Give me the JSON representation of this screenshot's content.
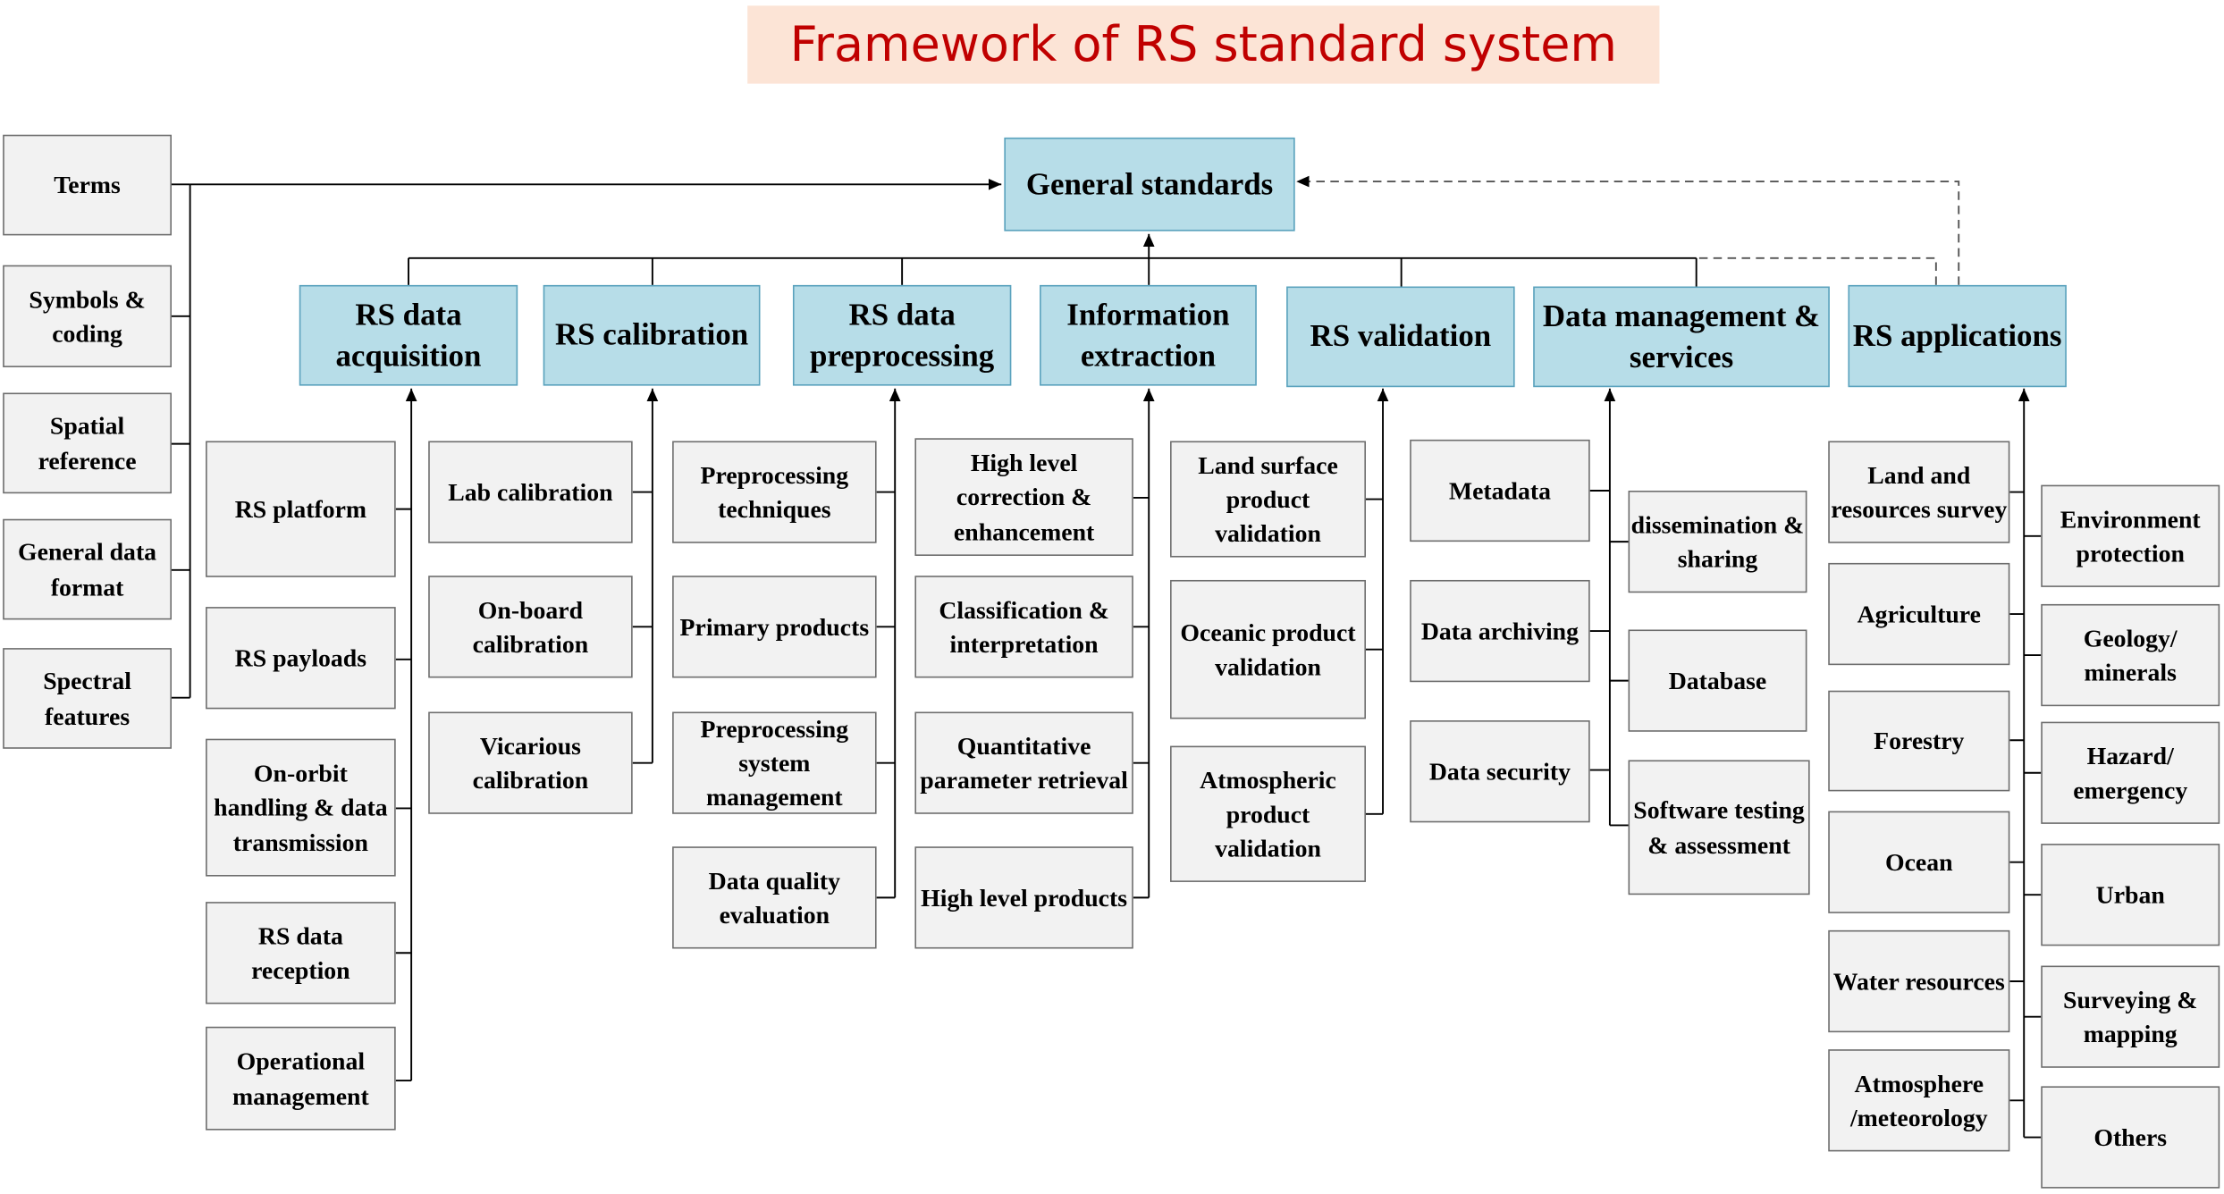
{
  "title": "Framework of RS standard system",
  "root": "General standards",
  "general_items": [
    "Terms",
    "Symbols & coding",
    "Spatial reference",
    "General data format",
    "Spectral features"
  ],
  "categories": [
    {
      "label": "RS data acquisition",
      "items": [
        "RS platform",
        "RS payloads",
        "On-orbit handling & data transmission",
        "RS data reception",
        "Operational management"
      ]
    },
    {
      "label": "RS calibration",
      "items": [
        "Lab calibration",
        "On-board calibration",
        "Vicarious calibration"
      ]
    },
    {
      "label": "RS data preprocessing",
      "items": [
        "Preprocessing techniques",
        "Primary products",
        "Preprocessing system management",
        "Data quality evaluation"
      ]
    },
    {
      "label": "Information extraction",
      "items": [
        "High level correction & enhancement",
        "Classification & interpretation",
        "Quantitative parameter retrieval",
        "High level products"
      ]
    },
    {
      "label": "RS validation",
      "items": [
        "Land surface product validation",
        "Oceanic product validation",
        "Atmospheric product validation"
      ]
    },
    {
      "label": "Data management & services",
      "items": [
        "Metadata",
        "Data archiving",
        "Data security",
        "dissemination & sharing",
        "Database",
        "Software testing & assessment"
      ]
    },
    {
      "label": "RS applications",
      "items": [
        "Land and resources survey",
        "Agriculture",
        "Forestry",
        "Ocean",
        "Water resources",
        "Atmosphere /meteorology",
        "Environment protection",
        "Geology/ minerals",
        "Hazard/ emergency",
        "Urban",
        "Surveying & mapping",
        "Others"
      ]
    }
  ],
  "colors": {
    "title_text": "#c00000",
    "title_bg": "#fce4d6",
    "main_fill": "#b7dde8",
    "leaf_fill": "#f2f2f2"
  }
}
